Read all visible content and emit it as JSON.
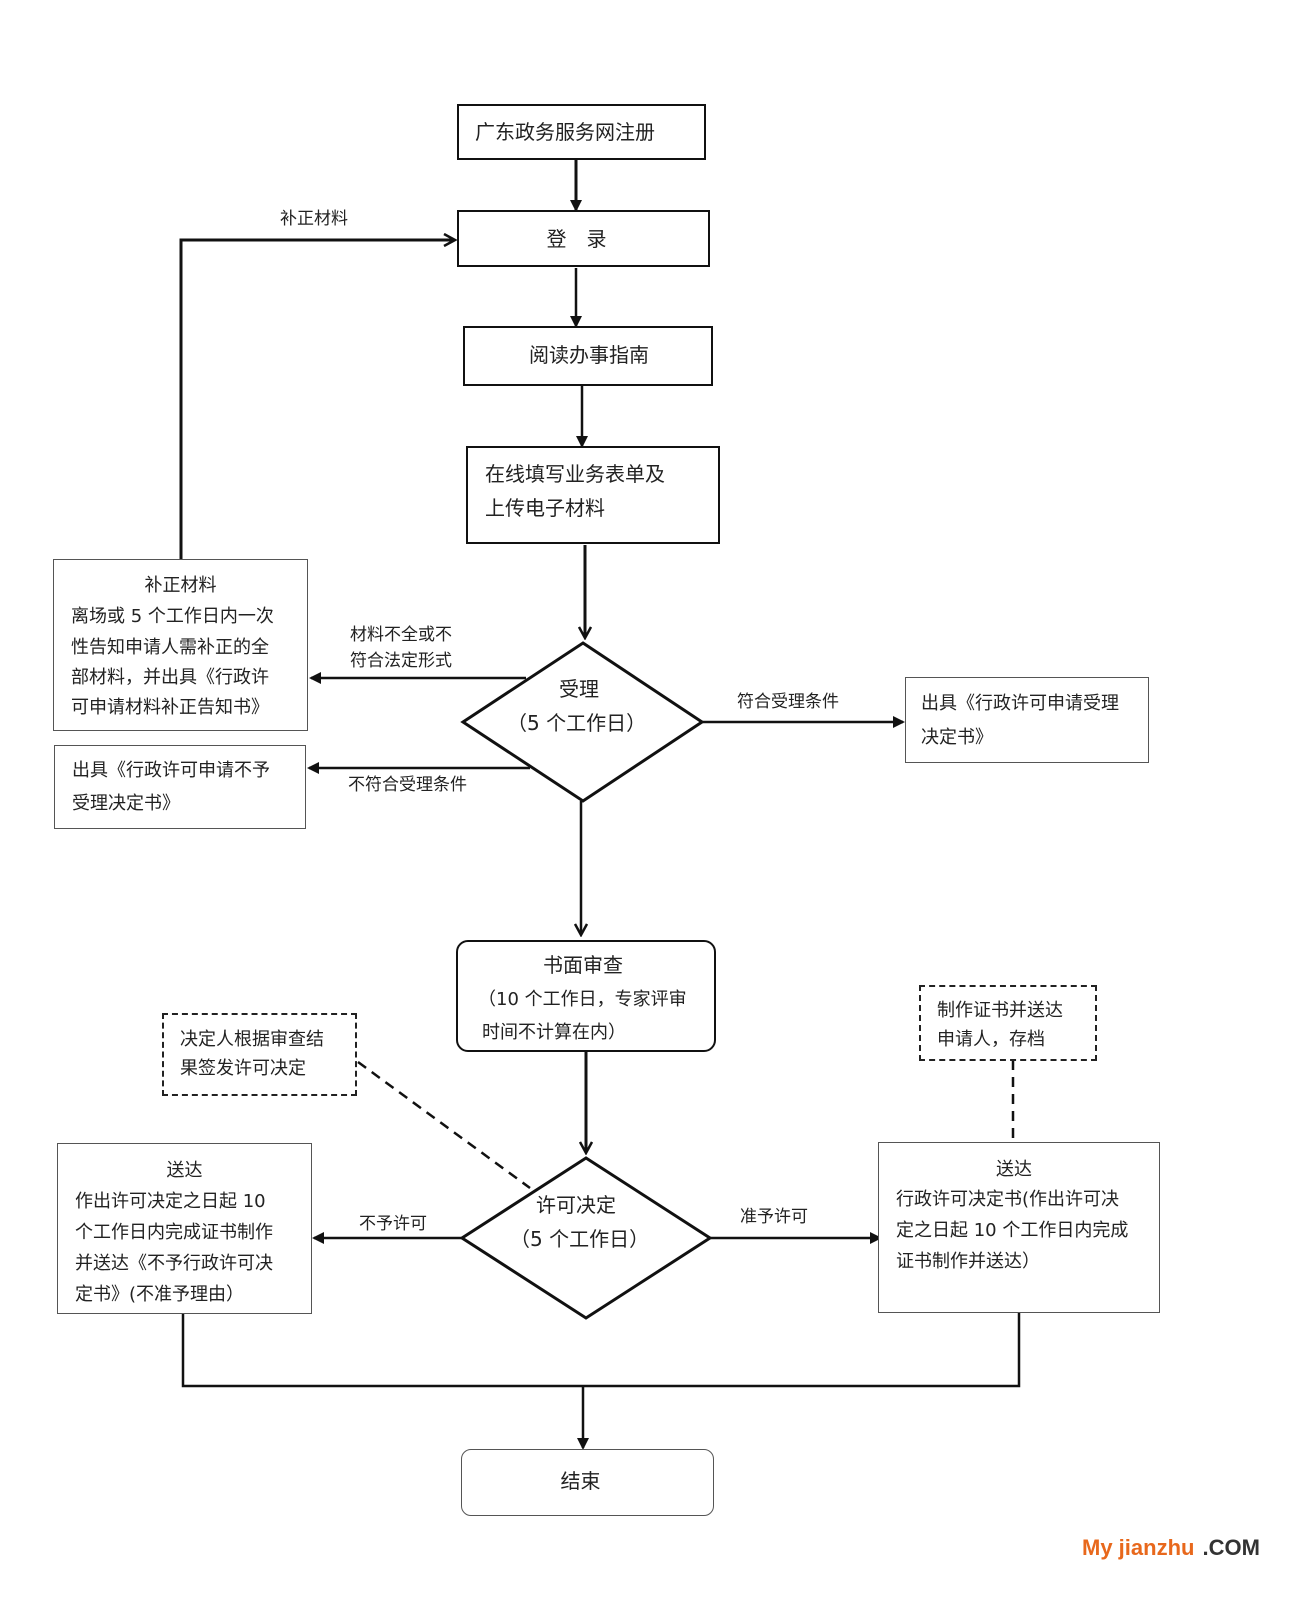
{
  "nodes": {
    "register": "广东政务服务网注册",
    "login": "登　录",
    "read_guide": "阅读办事指南",
    "fill_form": [
      "在线填写业务表单及",
      "上传电子材料"
    ],
    "supplement_box": {
      "title": "补正材料",
      "lines": [
        "离场或 5 个工作日内一次",
        "性告知申请人需补正的全",
        "部材料，并出具《行政许",
        "可申请材料补正告知书》"
      ]
    },
    "reject_accept_box": [
      "出具《行政许可申请不予",
      "受理决定书》"
    ],
    "accept_decision": {
      "title": "受理",
      "subtitle": "（5 个工作日）"
    },
    "accept_notice_box": [
      "出具《行政许可申请受理",
      "决定书》"
    ],
    "written_review": {
      "title": "书面审查",
      "lines": [
        "（10 个工作日，专家评审",
        "时间不计算在内）"
      ]
    },
    "signer_note": [
      "决定人根据审查结",
      "果签发许可决定"
    ],
    "license_decision": {
      "title": "许可决定",
      "subtitle": "（5 个工作日）"
    },
    "deny_delivery_box": {
      "title": "送达",
      "lines": [
        "作出许可决定之日起 10",
        "个工作日内完成证书制作",
        "并送达《不予行政许可决",
        "定书》(不准予理由）"
      ]
    },
    "certificate_note": [
      "制作证书并送达",
      "申请人，存档"
    ],
    "grant_delivery_box": {
      "title": "送达",
      "lines": [
        "行政许可决定书(作出许可决",
        "定之日起 10 个工作日内完成",
        "证书制作并送达）"
      ]
    },
    "end": "结束"
  },
  "edge_labels": {
    "supplement_return": "补正材料",
    "incomplete": [
      "材料不全或不",
      "符合法定形式"
    ],
    "not_eligible": "不符合受理条件",
    "eligible": "符合受理条件",
    "deny": "不予许可",
    "grant": "准予许可"
  },
  "watermark": {
    "brand": "My jianzhu",
    "suffix": ".COM",
    "brand_color": "#e8681c"
  }
}
